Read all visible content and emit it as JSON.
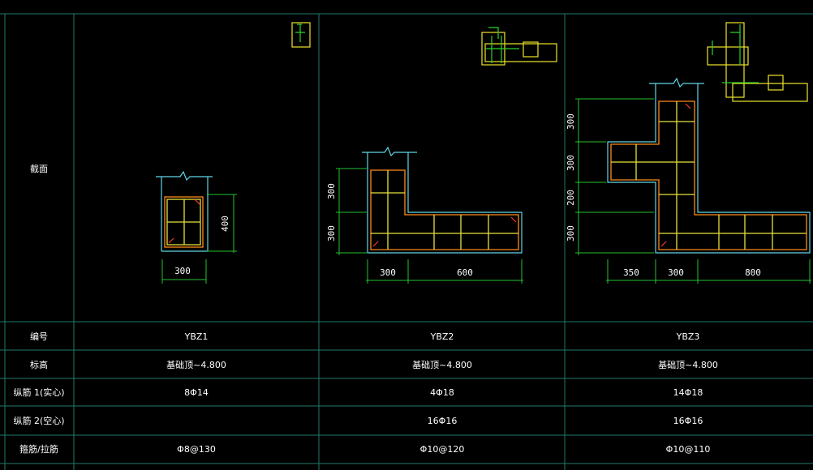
{
  "rows": {
    "section_label": "截面",
    "id_label": "编号",
    "elev_label": "标高",
    "long1_label": "纵筋 1(实心)",
    "long2_label": "纵筋 2(空心)",
    "tie_label": "箍筋/拉筋"
  },
  "columns": [
    {
      "id": "YBZ1",
      "elev": "基础顶~4.800",
      "long1": "8Φ14",
      "long2": "",
      "tie": "Φ8@130",
      "dims": {
        "w": "300",
        "h": "400"
      }
    },
    {
      "id": "YBZ2",
      "elev": "基础顶~4.800",
      "long1": "4Φ18",
      "long2": "16Φ16",
      "tie": "Φ10@120",
      "dims": {
        "v1": "300",
        "v2": "300",
        "h1": "300",
        "h2": "600"
      }
    },
    {
      "id": "YBZ3",
      "elev": "基础顶~4.800",
      "long1": "14Φ18",
      "long2": "16Φ16",
      "tie": "Φ10@110",
      "dims": {
        "v1": "300",
        "v2": "300",
        "v3": "200",
        "v4": "300",
        "h1": "350",
        "h2": "300",
        "h3": "800"
      }
    }
  ],
  "colors": {
    "grid": "#1f7a6a",
    "outline": "#5fd7e8",
    "dim": "#25c22e",
    "bar": "#e8e23a",
    "tie": "#ff8a1a"
  }
}
